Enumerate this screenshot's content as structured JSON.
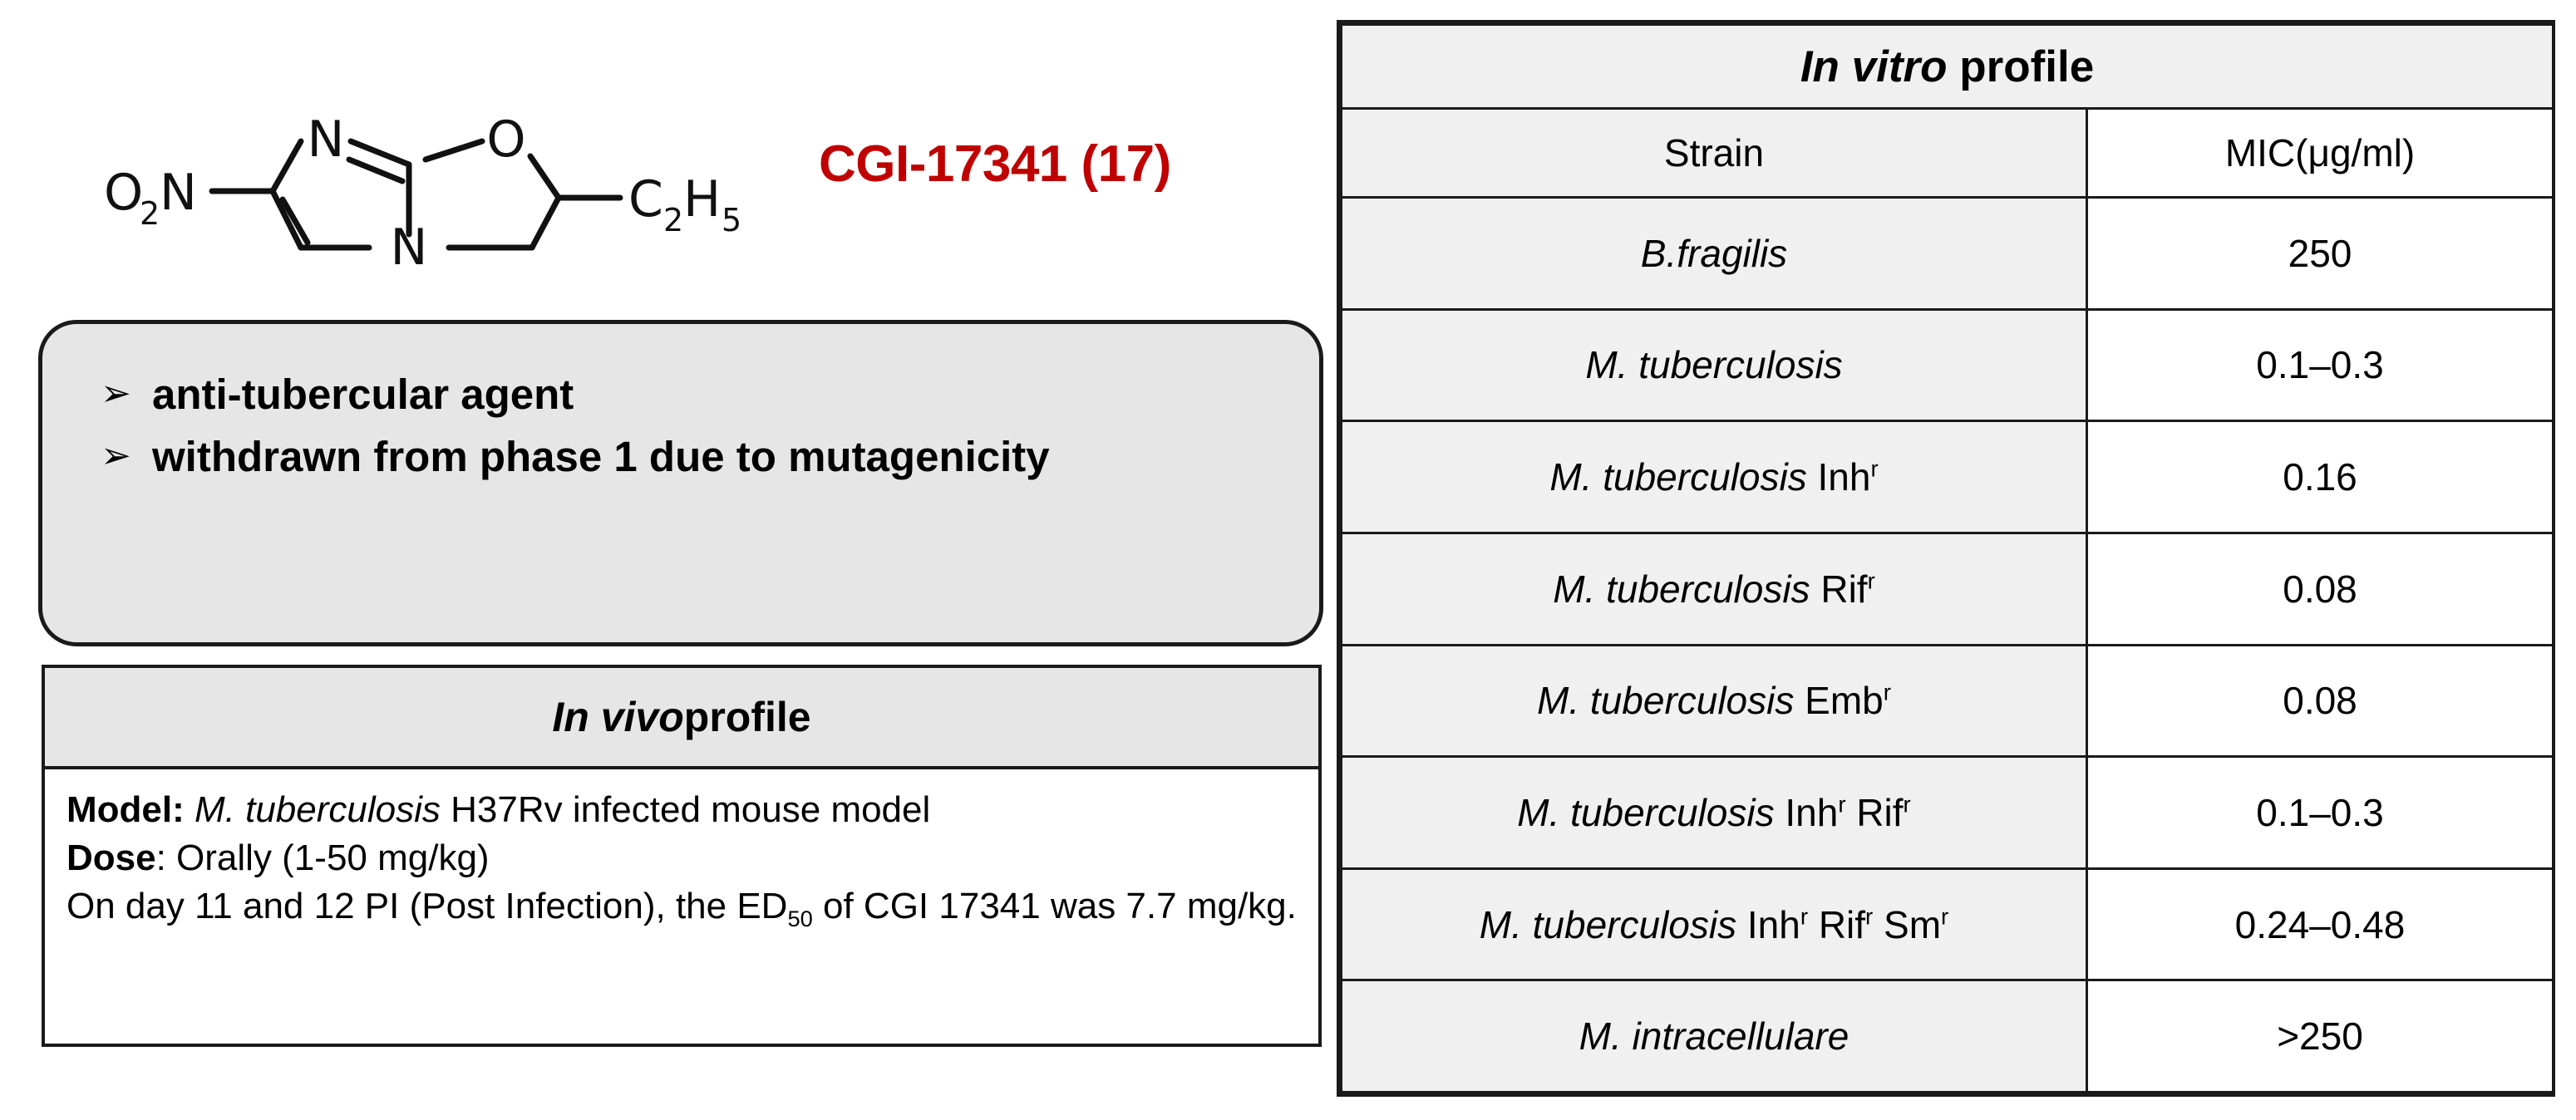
{
  "compound": {
    "name": "CGI-17341 (17)",
    "name_color": "#c00000",
    "structure_labels": {
      "nitro": "O2N",
      "nitro_main": "O",
      "nitro_sub": "2",
      "nitro_tail": "N",
      "ring_n_top": "N",
      "ring_o": "O",
      "ring_n_bottom": "N",
      "ethyl_main_c": "C",
      "ethyl_sub_2": "2",
      "ethyl_h": "H",
      "ethyl_sub_5": "5"
    }
  },
  "highlights": {
    "bullet_glyph": "➢",
    "items": [
      "anti-tubercular agent",
      "withdrawn from phase 1 due to mutagenicity"
    ]
  },
  "in_vivo": {
    "title_italic": "In vivo",
    "title_rest": " profile",
    "lines": [
      {
        "label": "Model:",
        "italic": " M. tuberculosis",
        "rest": " H37Rv infected mouse model"
      },
      {
        "label": "Dose",
        "italic": "",
        "rest": ": Orally (1-50 mg/kg)"
      }
    ],
    "paragraph_pre": "On day 11 and 12 PI (Post Infection), the ED",
    "paragraph_sub": "50",
    "paragraph_post": " of CGI 17341 was 7.7 mg/kg."
  },
  "in_vitro": {
    "title_italic": "In vitro",
    "title_rest": " profile",
    "columns": [
      "Strain",
      "MIC(μg/ml)"
    ],
    "rows": [
      {
        "strain_italic": "B.fragilis",
        "strain_marker": "",
        "mic": "250"
      },
      {
        "strain_italic": "M. tuberculosis",
        "strain_marker": "",
        "mic": "0.1–0.3"
      },
      {
        "strain_italic": "M. tuberculosis",
        "strain_marker": "Inh r",
        "mic": "0.16"
      },
      {
        "strain_italic": "M. tuberculosis",
        "strain_marker": "Rif r",
        "mic": "0.08"
      },
      {
        "strain_italic": "M. tuberculosis",
        "strain_marker": "Emb r",
        "mic": "0.08"
      },
      {
        "strain_italic": "M. tuberculosis",
        "strain_marker": "Inh r Rif r",
        "mic": "0.1–0.3"
      },
      {
        "strain_italic": "M. tuberculosis",
        "strain_marker": "Inh r Rif r Sm r",
        "mic": "0.24–0.48"
      },
      {
        "strain_italic": "M. intracellulare",
        "strain_marker": "",
        "mic": ">250"
      }
    ]
  }
}
